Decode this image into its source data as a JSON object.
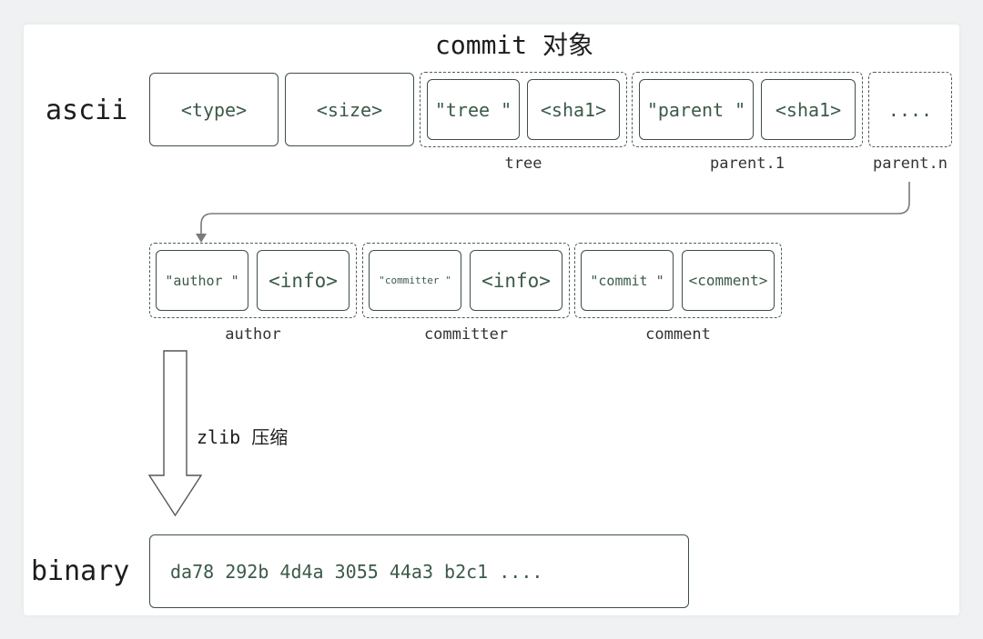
{
  "title": "commit 对象",
  "labels": {
    "ascii": "ascii",
    "binary": "binary",
    "compress": "zlib 压缩"
  },
  "row1": {
    "type_box": "<type>",
    "size_box": "<size>",
    "tree_key": "\"tree \"",
    "tree_sha": "<sha1>",
    "tree_label": "tree",
    "parent_key": "\"parent \"",
    "parent_sha": "<sha1>",
    "parent_label": "parent.1",
    "more": "....",
    "more_label": "parent.n"
  },
  "row2": {
    "author_key": "\"author \"",
    "author_info": "<info>",
    "author_label": "author",
    "committer_key": "\"committer \"",
    "committer_info": "<info>",
    "committer_label": "committer",
    "comment_key": "\"commit \"",
    "comment_value": "<comment>",
    "comment_label": "comment"
  },
  "binary": {
    "value": "da78 292b 4d4a 3055 44a3 b2c1 ...."
  },
  "colors": {
    "border": "#3e4e47",
    "text": "#3b5a48",
    "arrow": "#7a7a7a"
  }
}
